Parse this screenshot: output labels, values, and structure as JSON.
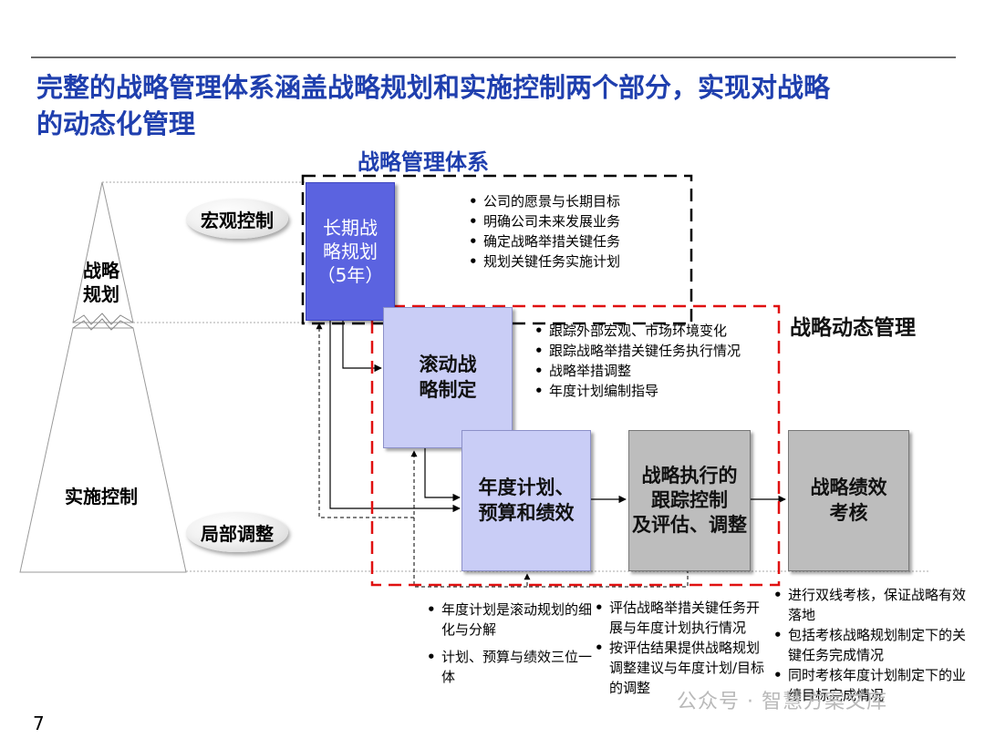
{
  "title": {
    "line1": "完整的战略管理体系涵盖战略规划和实施控制两个部分，实现对战略",
    "line2": "的动态化管理"
  },
  "system_title": "战略管理体系",
  "dynamic_title": "战略动态管理",
  "mountain": {
    "top_label": [
      "战略",
      "规划"
    ],
    "bottom_label": "实施控制"
  },
  "ovals": {
    "macro": "宏观控制",
    "local": "局部调整"
  },
  "boxes": {
    "long_term": [
      "长期战",
      "略规划",
      "（5年）"
    ],
    "rolling": [
      "滚动战",
      "略制定"
    ],
    "annual": [
      "年度计划、",
      "预算和绩效"
    ],
    "tracking": [
      "战略执行的",
      "跟踪控制",
      "及评估、调整"
    ],
    "performance": [
      "战略绩效",
      "考核"
    ]
  },
  "bullets": {
    "long_term": [
      "公司的愿景与长期目标",
      "明确公司未来发展业务",
      "确定战略举措关键任务",
      "规划关键任务实施计划"
    ],
    "rolling": [
      "跟踪外部宏观、市场环境变化",
      "跟踪战略举措关键任务执行情况",
      "战略举措调整",
      "年度计划编制指导"
    ],
    "annual": [
      "年度计划是滚动规划的细化与分解",
      "计划、预算与绩效三位一体"
    ],
    "tracking": [
      "评估战略举措关键任务开展与年度计划执行情况",
      "按评估结果提供战略规划调整建议与年度计划/目标的调整"
    ],
    "performance": [
      "进行双线考核，保证战略有效落地",
      "包括考核战略规划制定下的关键任务完成情况",
      "同时考核年度计划制定下的业绩目标完成情况"
    ]
  },
  "page_number": "7",
  "watermark": "公众号 · 智慧方案文库",
  "colors": {
    "title_blue": "#1f3fae",
    "long_term_box": "#5b63e0",
    "light_box": "#c9cdf6",
    "gray_box": "#bdbdbd",
    "dynamic_border": "#e01010"
  }
}
